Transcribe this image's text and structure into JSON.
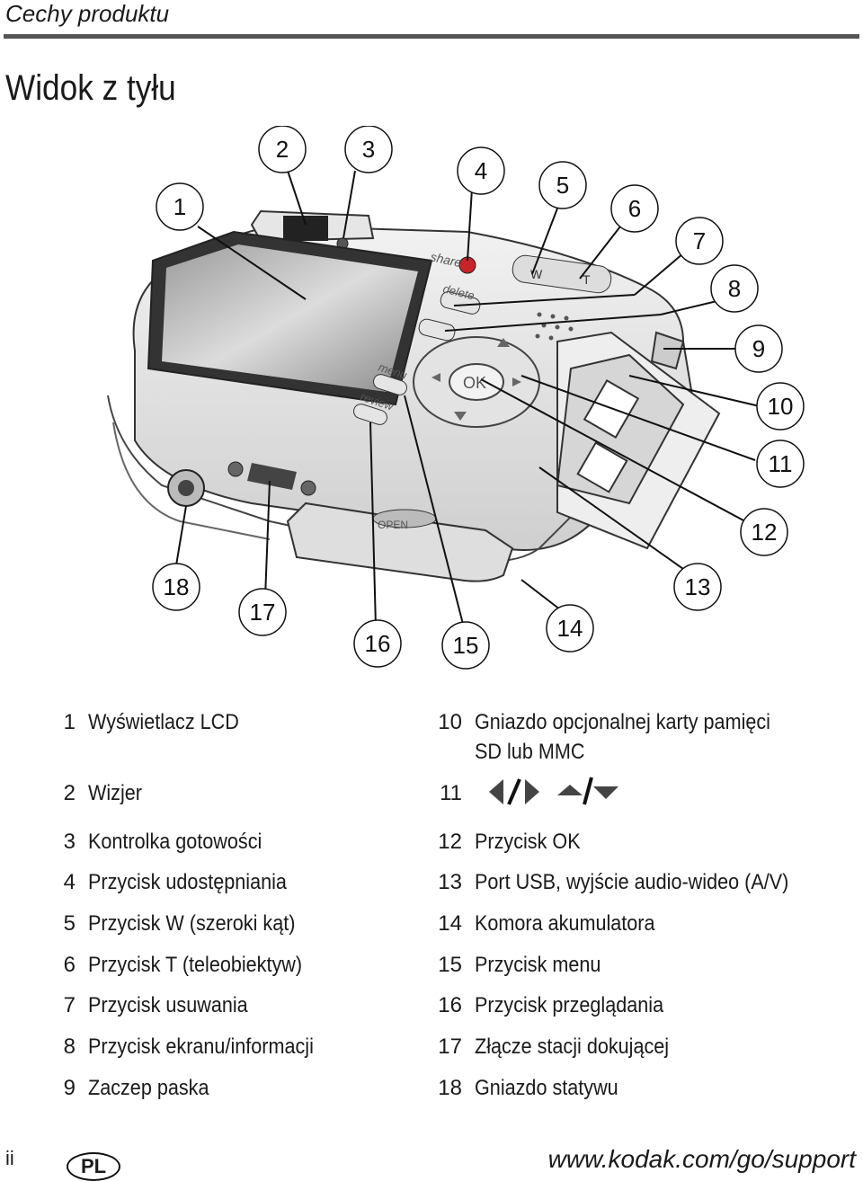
{
  "header": {
    "chapter": "Cechy produktu",
    "title": "Widok z tyłu"
  },
  "callouts": [
    "1",
    "2",
    "3",
    "4",
    "5",
    "6",
    "7",
    "8",
    "9",
    "10",
    "11",
    "12",
    "13",
    "14",
    "15",
    "16",
    "17",
    "18"
  ],
  "camera_labels": {
    "share": "share",
    "delete": "delete",
    "menu": "menu",
    "review": "review",
    "ok": "OK",
    "open": "OPEN",
    "w": "W",
    "t": "T"
  },
  "legend_left": [
    {
      "num": "1",
      "text": "Wyświetlacz LCD"
    },
    {
      "num": "2",
      "text": "Wizjer"
    },
    {
      "num": "3",
      "text": "Kontrolka gotowości"
    },
    {
      "num": "4",
      "text": "Przycisk udostępniania"
    },
    {
      "num": "5",
      "text": "Przycisk W (szeroki kąt)"
    },
    {
      "num": "6",
      "text": "Przycisk T (teleobiektyw)"
    },
    {
      "num": "7",
      "text": "Przycisk usuwania"
    },
    {
      "num": "8",
      "text": "Przycisk ekranu/informacji"
    },
    {
      "num": "9",
      "text": "Zaczep paska"
    }
  ],
  "legend_right": [
    {
      "num": "10",
      "text": "Gniazdo opcjonalnej karty pamięci",
      "text2": "SD lub MMC"
    },
    {
      "num": "11",
      "text": ""
    },
    {
      "num": "12",
      "text": "Przycisk OK"
    },
    {
      "num": "13",
      "text": "Port USB, wyjście audio-wideo (A/V)"
    },
    {
      "num": "14",
      "text": "Komora akumulatora"
    },
    {
      "num": "15",
      "text": "Przycisk menu"
    },
    {
      "num": "16",
      "text": "Przycisk przeglądania"
    },
    {
      "num": "17",
      "text": "Złącze stacji dokującej"
    },
    {
      "num": "18",
      "text": "Gniazdo statywu"
    }
  ],
  "footer": {
    "page": "ii",
    "lang": "PL",
    "url": "www.kodak.com/go/support"
  }
}
